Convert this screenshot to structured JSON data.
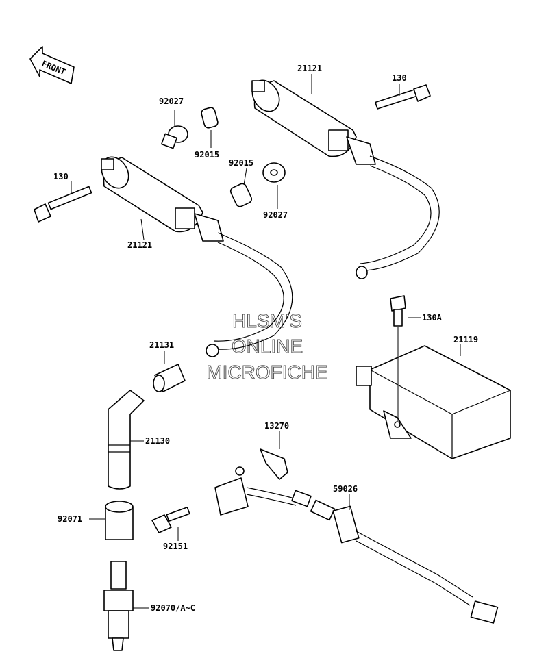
{
  "front_arrow": {
    "text": "FRONT"
  },
  "watermark": {
    "lines": [
      "HLSM'S",
      "ONLINE",
      "MICROFICHE"
    ]
  },
  "labels": {
    "l92027_top": "92027",
    "l92015_top": "92015",
    "l92015_mid": "92015",
    "l92027_mid": "92027",
    "l21121_top": "21121",
    "l130_top": "130",
    "l130_left": "130",
    "l21121_left": "21121",
    "l130A": "130A",
    "l21119": "21119",
    "l21131": "21131",
    "l21130": "21130",
    "l13270": "13270",
    "l59026": "59026",
    "l92071": "92071",
    "l92151": "92151",
    "l92070": "92070/A~C"
  }
}
